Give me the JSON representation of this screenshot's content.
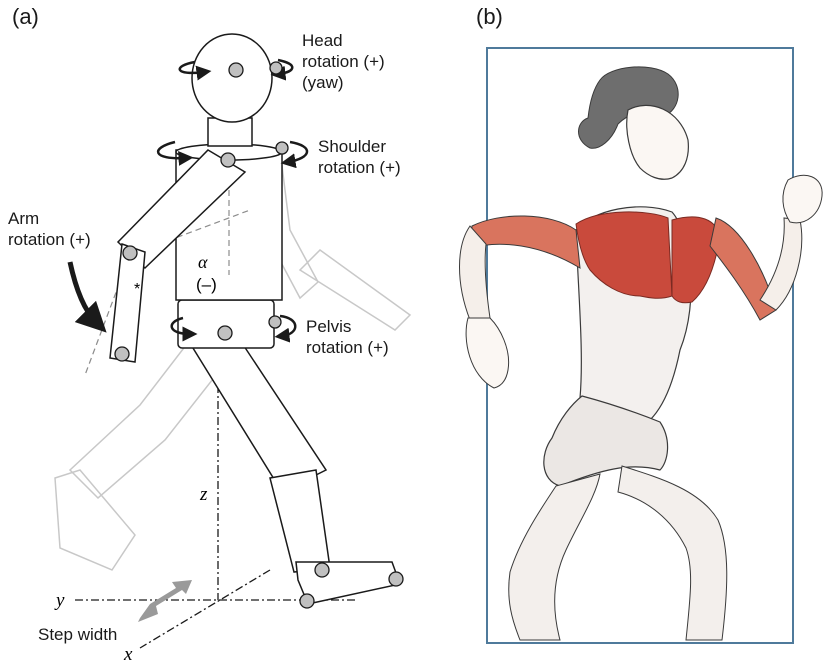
{
  "panel_a": {
    "label": "(a)",
    "head": {
      "line1": "Head",
      "line2": "rotation (+)",
      "line3": "(yaw)"
    },
    "shoulder": {
      "line1": "Shoulder",
      "line2": "rotation (+)"
    },
    "arm": {
      "line1": "Arm",
      "line2": "rotation (+)"
    },
    "pelvis": {
      "line1": "Pelvis",
      "line2": "rotation (+)"
    },
    "alpha": "α",
    "alpha_sign": "(–)",
    "asterisk": "*",
    "axes": {
      "z": "z",
      "y": "y",
      "x": "x"
    },
    "step_width": "Step width"
  },
  "panel_b": {
    "label": "(b)"
  },
  "colors": {
    "line": "#1a1a1a",
    "ghost": "#c8c8c8",
    "joint": "#c0c0c0",
    "dashed": "#8c8c8c",
    "arrow_gray": "#9a9a9a",
    "muscle": "#c94a3c",
    "frame": "#4f7a9b"
  }
}
